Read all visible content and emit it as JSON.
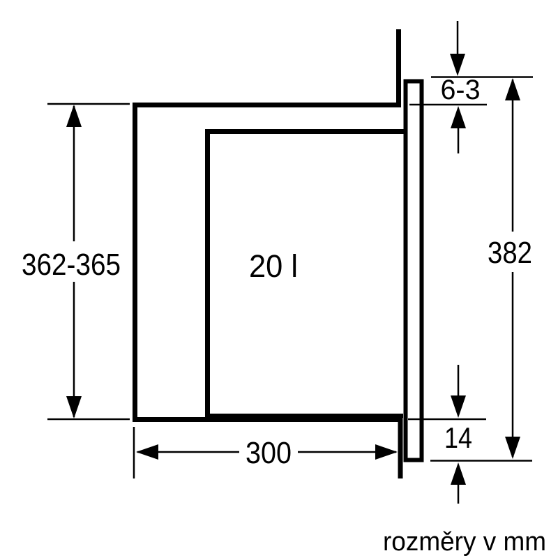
{
  "page": {
    "background_color": "#ffffff",
    "ink_color": "#000000"
  },
  "drawing": {
    "type": "installation-dimension-diagram",
    "unit_note": "rozměry v mm",
    "capacity_label": "20 l",
    "dimensions": {
      "niche_height": "362-365",
      "niche_depth": "300",
      "top_gap": "6-3",
      "front_height": "382",
      "bottom_overhang": "14"
    }
  }
}
